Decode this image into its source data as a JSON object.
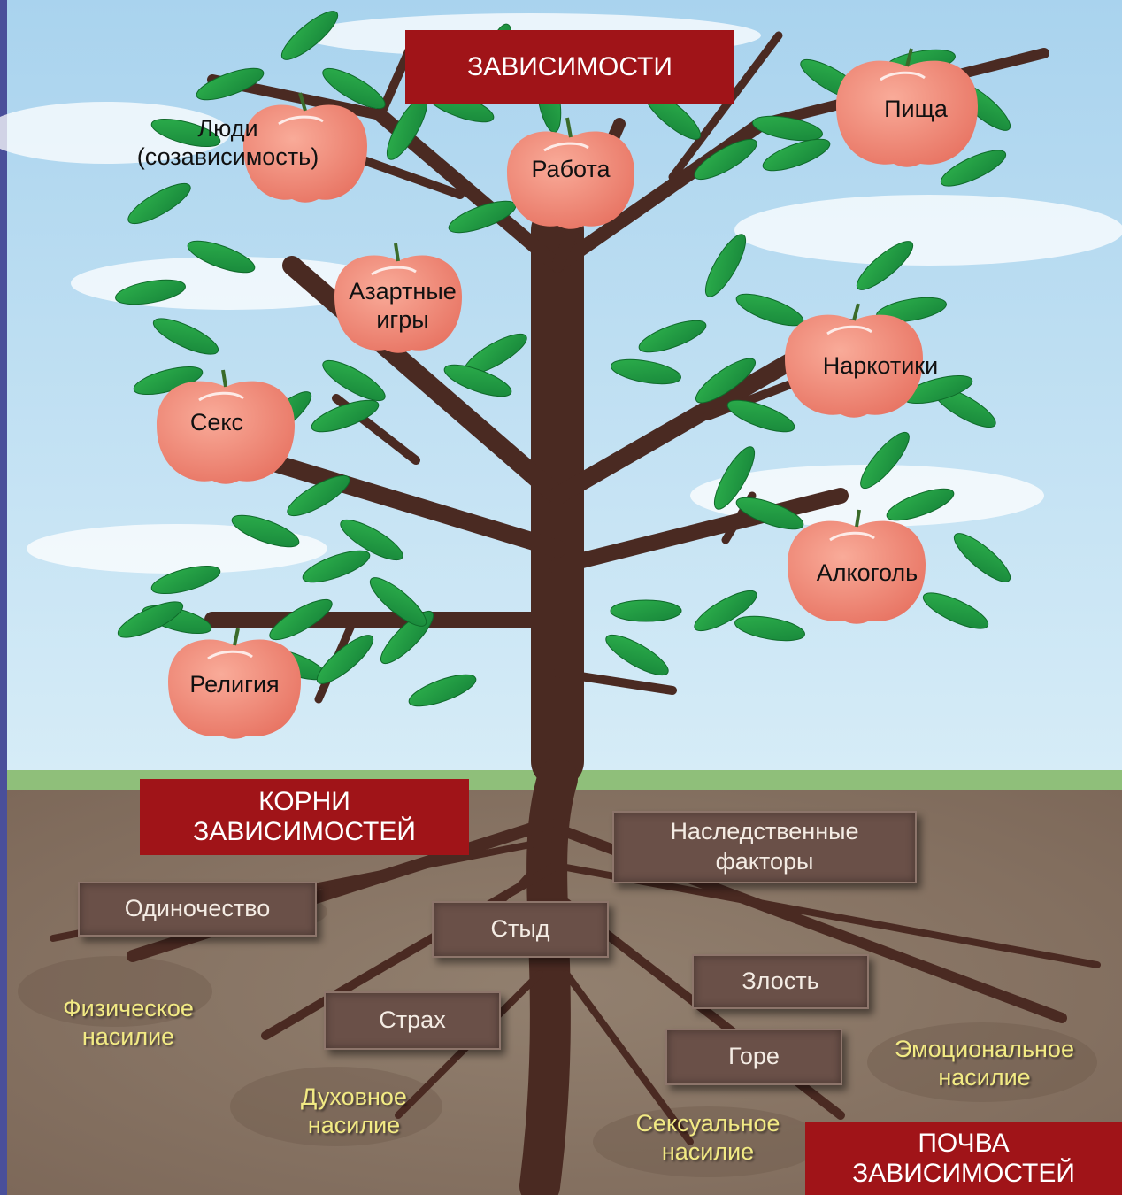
{
  "header": {
    "title": "ЗАВИСИМОСТИ"
  },
  "apples": [
    {
      "id": "people",
      "label": "Люди\n(созависимость)"
    },
    {
      "id": "work",
      "label": "Работа"
    },
    {
      "id": "food",
      "label": "Пища"
    },
    {
      "id": "gambling",
      "label": "Азартные\nигры"
    },
    {
      "id": "drugs",
      "label": "Наркотики"
    },
    {
      "id": "sex",
      "label": "Секс"
    },
    {
      "id": "alcohol",
      "label": "Алкоголь"
    },
    {
      "id": "religion",
      "label": "Религия"
    }
  ],
  "roots_banner": {
    "label": "КОРНИ\nЗАВИСИМОСТЕЙ"
  },
  "root_boxes": [
    {
      "id": "heredity",
      "label": "Наследственные\nфакторы"
    },
    {
      "id": "loneliness",
      "label": "Одиночество"
    },
    {
      "id": "shame",
      "label": "Стыд"
    },
    {
      "id": "anger",
      "label": "Злость"
    },
    {
      "id": "fear",
      "label": "Страх"
    },
    {
      "id": "grief",
      "label": "Горе"
    }
  ],
  "soil_labels": [
    {
      "id": "physical",
      "label": "Физическое\nнасилие"
    },
    {
      "id": "spiritual",
      "label": "Духовное\nнасилие"
    },
    {
      "id": "sexual",
      "label": "Сексуальное\nнасилие"
    },
    {
      "id": "emotional",
      "label": "Эмоциональное\nнасилие"
    }
  ],
  "soil_banner": {
    "label": "ПОЧВА\nЗАВИСИМОСТЕЙ"
  },
  "colors": {
    "background": "#4a4f9a",
    "sky": "#bfe0f2",
    "grass": "#8fbf7a",
    "soil": "#8a7565",
    "trunk": "#4a2a22",
    "leaf": "#1e9a3c",
    "apple": "#f08a78",
    "banner": "#a01418"
  }
}
